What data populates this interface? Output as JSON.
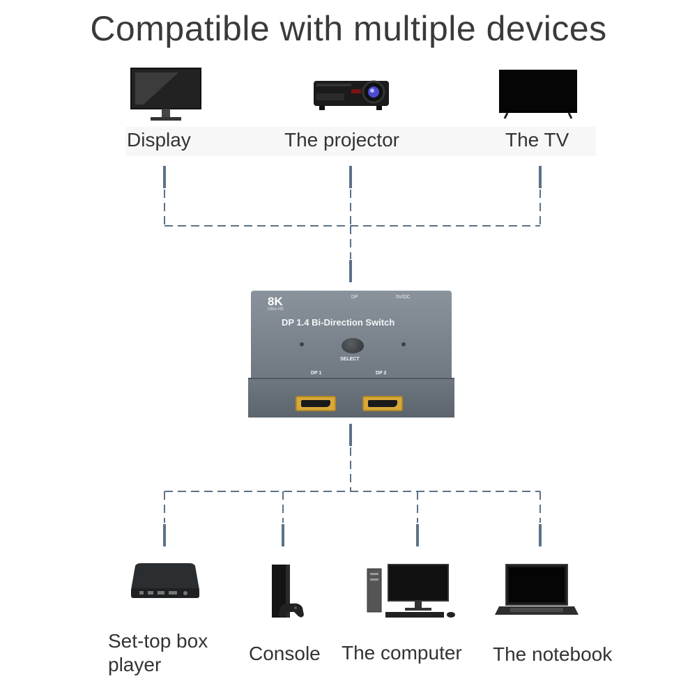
{
  "title": "Compatible with multiple devices",
  "outputs": [
    {
      "label": "Display",
      "icon": "monitor-icon"
    },
    {
      "label": "The projector",
      "icon": "projector-icon"
    },
    {
      "label": "The TV",
      "icon": "tv-icon"
    }
  ],
  "switch": {
    "badge": "8K",
    "badge_sub": "Ultra HD",
    "top_port_dp": "DP",
    "top_port_dc": "5V/DC",
    "name": "DP 1.4 Bi-Direction Switch",
    "select_label": "SELECT",
    "port1_label": "DP 1",
    "port2_label": "DP 2"
  },
  "inputs": [
    {
      "label_line1": "Set-top box",
      "label_line2": "player",
      "icon": "set-top-box-icon"
    },
    {
      "label_line1": "Console",
      "icon": "game-console-icon"
    },
    {
      "label_line1": "The computer",
      "icon": "desktop-computer-icon"
    },
    {
      "label_line1": "The notebook",
      "icon": "laptop-icon"
    }
  ],
  "colors": {
    "wire": "#5b7188",
    "switch_body": "#6f7881",
    "port": "#d8a93a"
  }
}
